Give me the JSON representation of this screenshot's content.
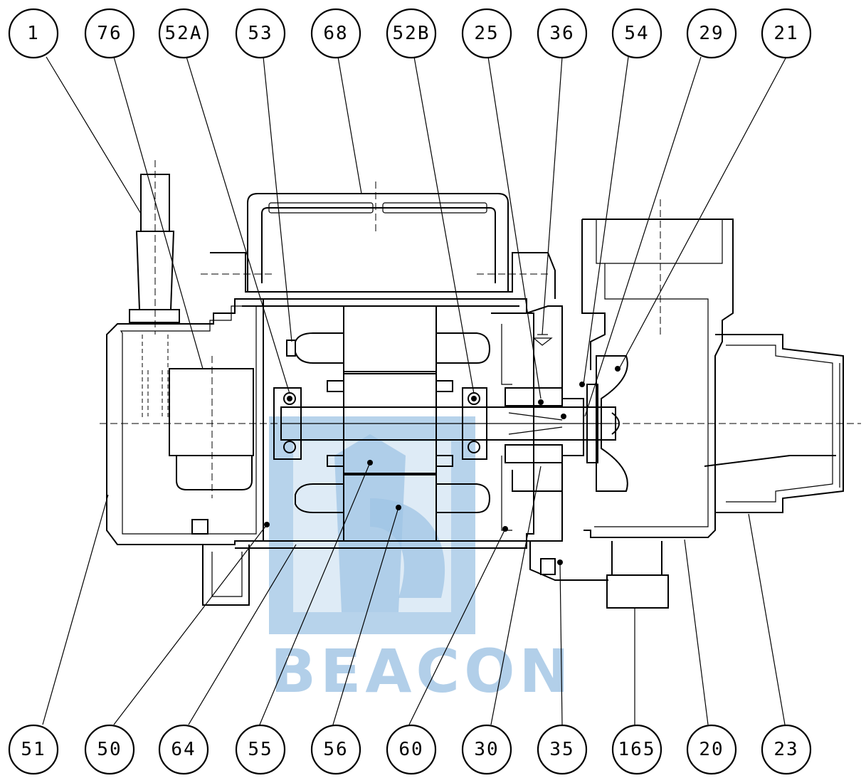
{
  "watermark": {
    "text": "BEACON",
    "color": "#9fc4e4"
  },
  "callouts_top": [
    "1",
    "76",
    "52A",
    "53",
    "68",
    "52B",
    "25",
    "36",
    "54",
    "29",
    "21"
  ],
  "callouts_bottom": [
    "51",
    "50",
    "64",
    "55",
    "56",
    "60",
    "30",
    "35",
    "165",
    "20",
    "23"
  ]
}
